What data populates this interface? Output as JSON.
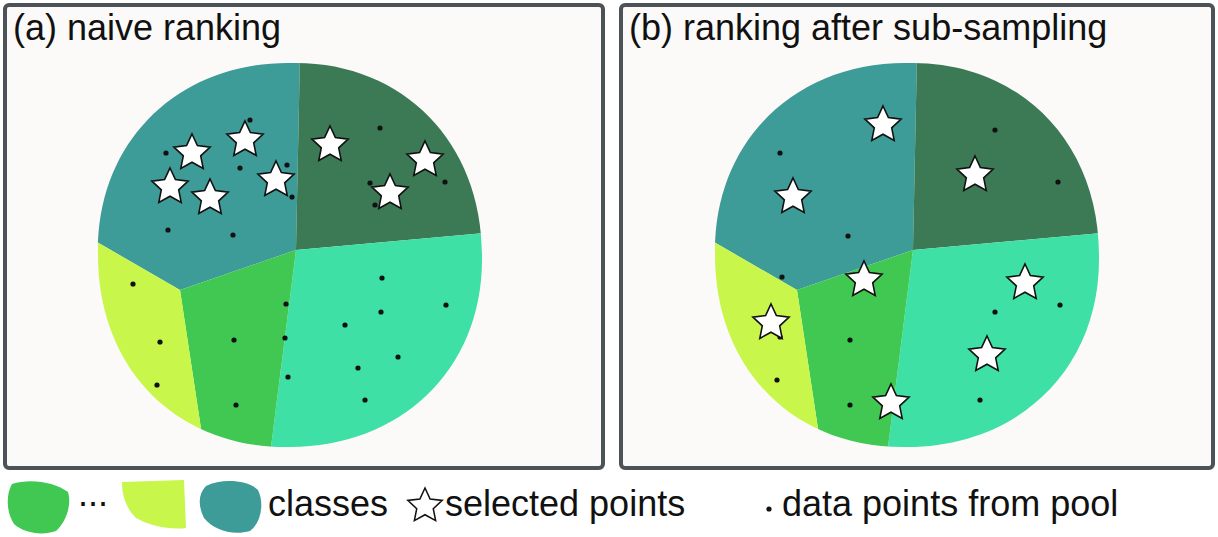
{
  "diagram": {
    "nodes": [
      {
        "text": [
          "(a) naive ranking"
        ]
      },
      {
        "text": [
          "(b) ranking after sub-sampling"
        ]
      }
    ],
    "labels": [
      "..."
    ],
    "legend": [
      {
        "text": "classes",
        "color": "#3d9b98"
      },
      {
        "text": "selected points"
      },
      {
        "text": "data points from pool"
      }
    ]
  }
}
